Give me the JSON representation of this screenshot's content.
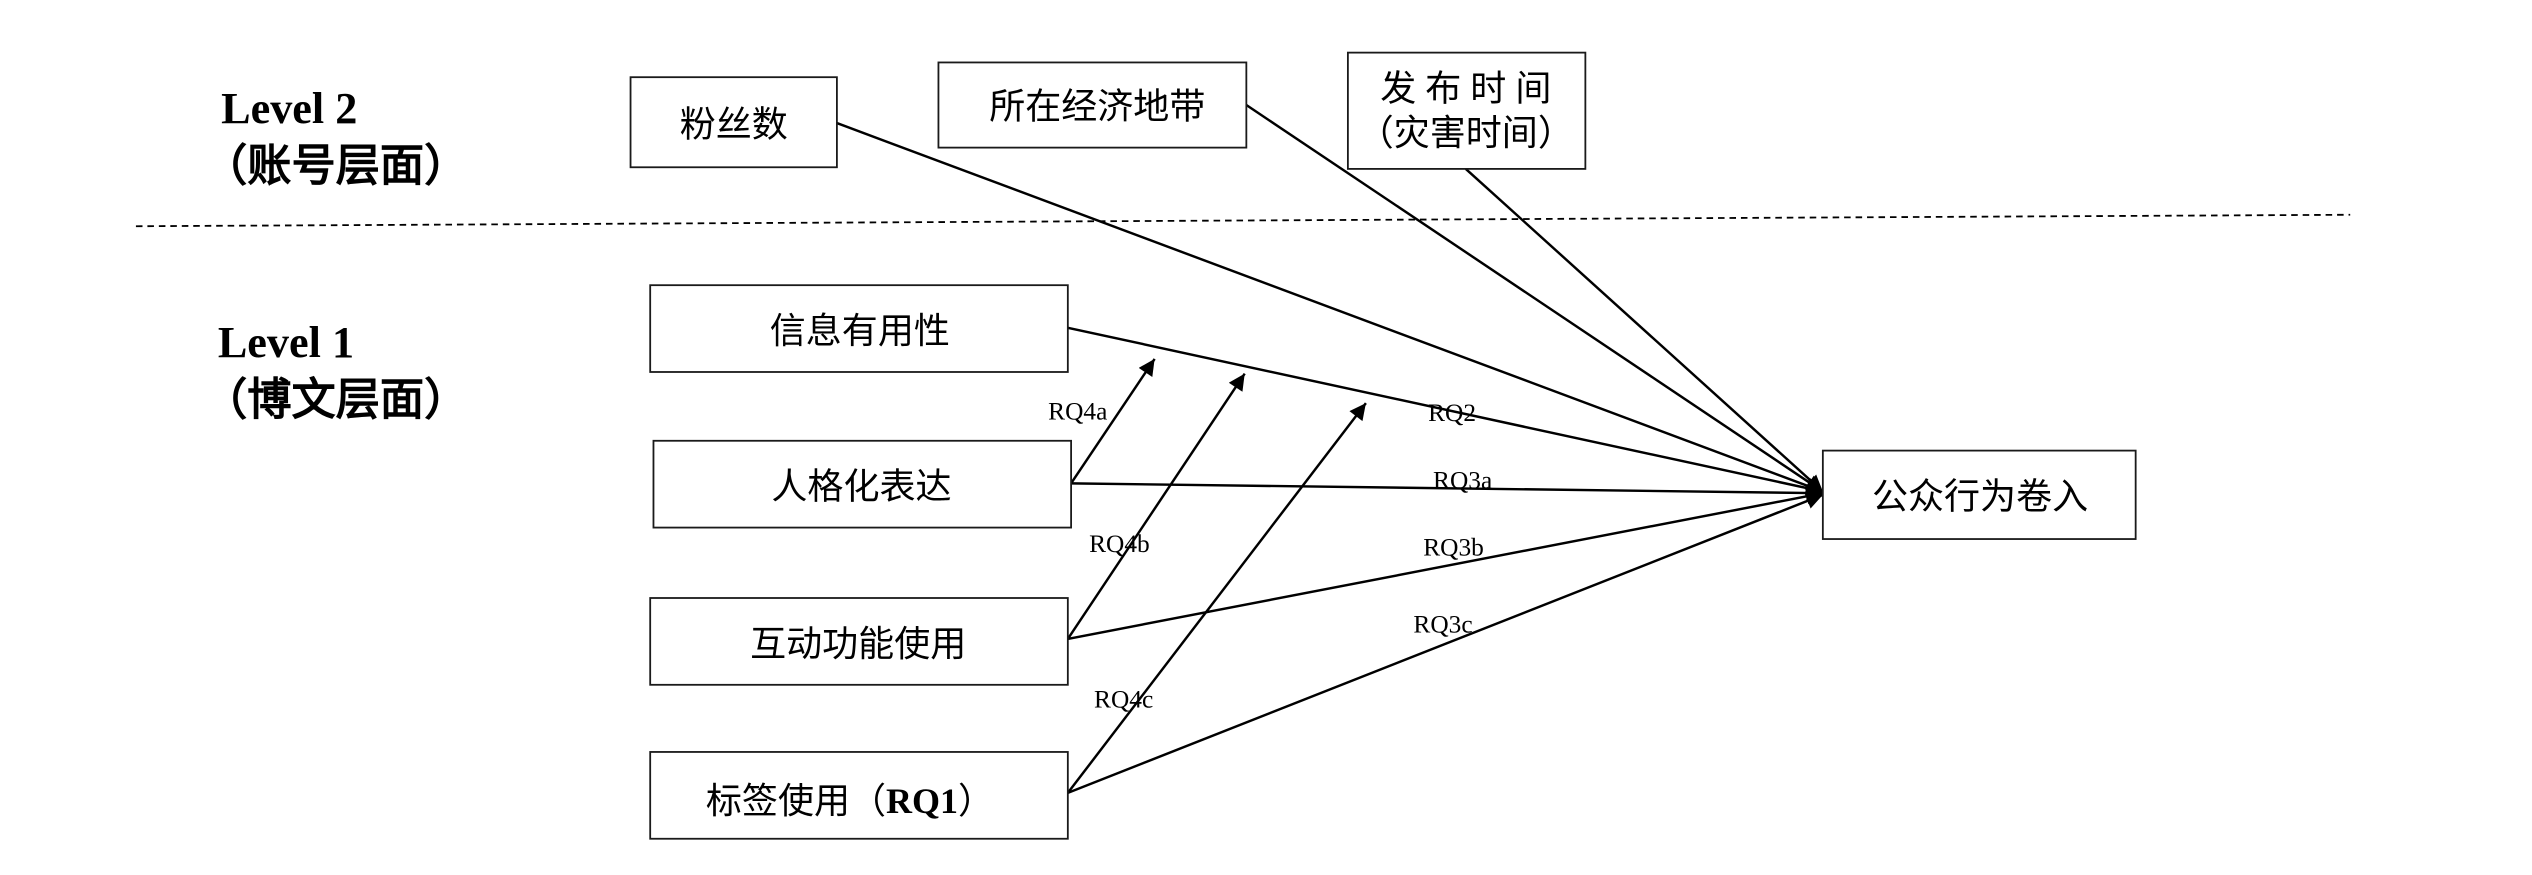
{
  "levels": [
    {
      "title": "Level 2",
      "subtitle": "（账号层面）"
    },
    {
      "title": "Level 1",
      "subtitle": "（博文层面）"
    }
  ],
  "level2_variables": {
    "followers": "粉丝数",
    "economic_zone": "所在经济地带",
    "publish_time": [
      "发 布 时 间",
      "（灾害时间）"
    ]
  },
  "level1_variables": {
    "info_usefulness": "信息有用性",
    "personification": "人格化表达",
    "interactive_features": "互动功能使用",
    "hashtag": {
      "prefix": "标签使用（",
      "bold": "RQ1",
      "suffix": "）"
    }
  },
  "outcome": "公众行为卷入",
  "path_labels": {
    "rq2": "RQ2",
    "rq3a": "RQ3a",
    "rq3b": "RQ3b",
    "rq3c": "RQ3c",
    "rq4a": "RQ4a",
    "rq4b": "RQ4b",
    "rq4c": "RQ4c"
  },
  "colors": {
    "line": "#000000",
    "box_fill": "#ffffff",
    "background": "#ffffff"
  }
}
